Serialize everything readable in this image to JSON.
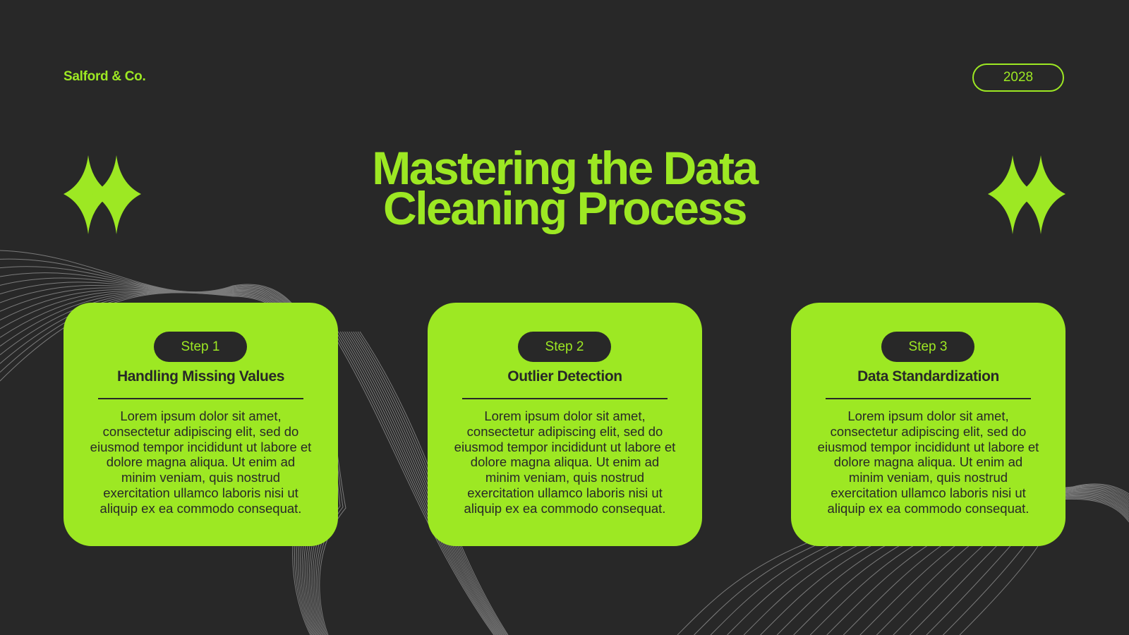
{
  "header": {
    "brand": "Salford & Co.",
    "year": "2028"
  },
  "title": {
    "line1": "Mastering the Data",
    "line2": "Cleaning Process"
  },
  "cards": [
    {
      "step": "Step 1",
      "title": "Handling Missing Values",
      "body": "Lorem ipsum dolor sit amet, consectetur adipiscing elit, sed do eiusmod tempor incididunt ut labore et dolore magna aliqua. Ut enim ad minim veniam, quis nostrud exercitation ullamco laboris nisi ut aliquip ex ea commodo consequat."
    },
    {
      "step": "Step 2",
      "title": "Outlier Detection",
      "body": "Lorem ipsum dolor sit amet, consectetur adipiscing elit, sed do eiusmod tempor incididunt ut labore et dolore magna aliqua. Ut enim ad minim veniam, quis nostrud exercitation ullamco laboris nisi ut aliquip ex ea commodo consequat."
    },
    {
      "step": "Step 3",
      "title": "Data Standardization",
      "body": "Lorem ipsum dolor sit amet, consectetur adipiscing elit, sed do eiusmod tempor incididunt ut labore et dolore magna aliqua. Ut enim ad minim veniam, quis nostrud exercitation ullamco laboris nisi ut aliquip ex ea commodo consequat."
    }
  ],
  "colors": {
    "background": "#282828",
    "accent": "#9de823",
    "line": "#8a8a8a"
  },
  "icons": [
    "sparkle-icon",
    "sparkle-icon"
  ]
}
